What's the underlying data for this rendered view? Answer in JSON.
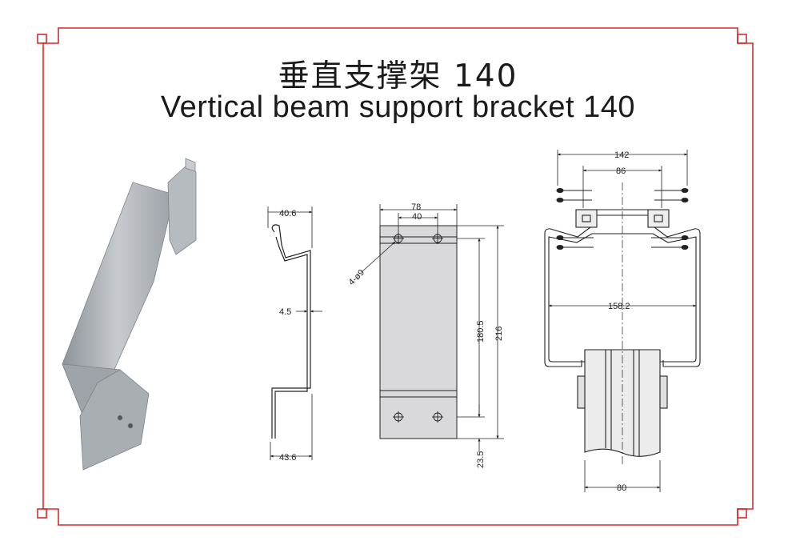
{
  "title_cn": "垂直支撑架 140",
  "title_en": "Vertical beam support bracket 140",
  "colors": {
    "frame": "#d62b2b",
    "line": "#222222",
    "plate": "#d9d9db",
    "photo": "#aeb3b8"
  },
  "dims": {
    "profile_top": "40.6",
    "profile_thickness": "4.5",
    "profile_bottom": "43.6",
    "plate_width": "78",
    "hole_spacing": "40",
    "holes": "4-ø9",
    "height_inner": "180.5",
    "height_total": "216",
    "bottom_offset": "23.5",
    "beam_top_outer": "142",
    "beam_top_inner": "86",
    "beam_width": "158.2",
    "post_width": "80"
  }
}
